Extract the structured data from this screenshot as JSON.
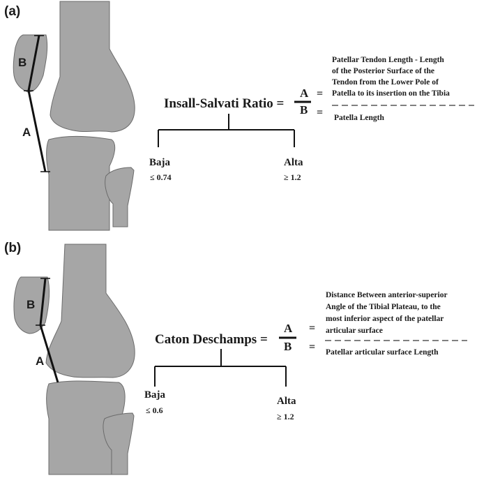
{
  "panel_a": {
    "label": "(a)",
    "segment_b": "B",
    "segment_a": "A",
    "ratio_title": "Insall-Salvati Ratio =",
    "numerator": "A",
    "denominator": "B",
    "eq_top": "=",
    "eq_bottom": "=",
    "a_description": [
      "Patellar Tendon Length - Length",
      "of the Posterior Surface of the",
      "Tendon from the Lower Pole of",
      "Patella to its insertion on the Tibia"
    ],
    "b_description": "Patella Length",
    "low_category": "Baja",
    "low_threshold": "≤ 0.74",
    "high_category": "Alta",
    "high_threshold": "≥ 1.2"
  },
  "panel_b": {
    "label": "(b)",
    "segment_b": "B",
    "segment_a": "A",
    "ratio_title": "Caton Deschamps =",
    "numerator": "A",
    "denominator": "B",
    "eq_top": "=",
    "eq_bottom": "=",
    "a_description": [
      "Distance Between anterior-superior",
      "Angle of the Tibial Plateau, to the",
      "most inferior aspect of the patellar",
      "articular surface"
    ],
    "b_description": "Patellar articular surface Length",
    "low_category": "Baja",
    "low_threshold": "≤ 0.6",
    "high_category": "Alta",
    "high_threshold": "≥ 1.2"
  },
  "colors": {
    "bone": "#a6a6a6",
    "ink": "#1a1a1a",
    "dashed_separator": "#808080"
  }
}
